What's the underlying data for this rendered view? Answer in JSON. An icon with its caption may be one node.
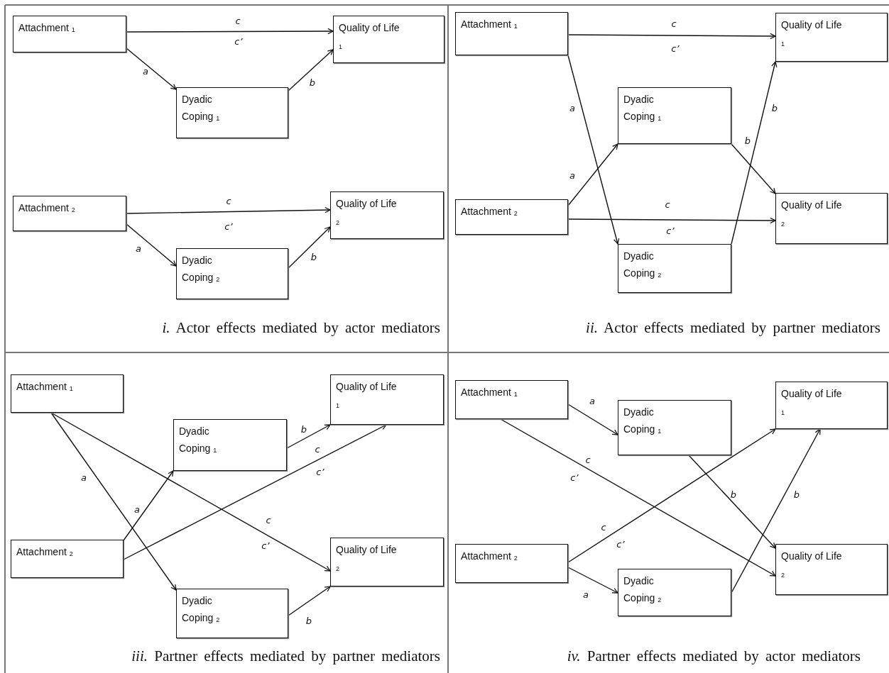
{
  "diagram": {
    "nodes": [
      {
        "text": [
          "Attachment $_{1}$"
        ]
      },
      {
        "text": [
          "Quality of Life $_{1}$"
        ]
      },
      {
        "text": [
          "Dyadic Coping $_{1}$"
        ]
      },
      {
        "text": [
          "Attachment $_{2}$"
        ]
      },
      {
        "text": [
          "Quality of Life $_{2}$"
        ]
      },
      {
        "text": [
          "Dyadic Coping $_{2}$"
        ]
      },
      {
        "text": [
          "Attachment $_{1}$"
        ]
      },
      {
        "text": [
          "Quality of Life $_{1}$"
        ]
      },
      {
        "text": [
          "Dyadic Coping $_{1}$"
        ]
      },
      {
        "text": [
          "Attachment $_{2}$"
        ]
      },
      {
        "text": [
          "Quality of Life $_{2}$"
        ]
      },
      {
        "text": [
          "Dyadic Coping $_{2}$"
        ]
      },
      {
        "text": [
          "Attachment $_{1}$"
        ]
      },
      {
        "text": [
          "Quality of Life $_{1}$"
        ]
      },
      {
        "text": [
          "Dyadic Coping $_{1}$"
        ]
      },
      {
        "text": [
          "Attachment $_{2}$"
        ]
      },
      {
        "text": [
          "Quality of Life $_{2}$"
        ]
      },
      {
        "text": [
          "Dyadic Coping $_{2}$"
        ]
      },
      {
        "text": [
          "Attachment $_{1}$"
        ]
      },
      {
        "text": [
          "Dyadic Coping $_{1}$"
        ]
      },
      {
        "text": [
          "Quality of Life $_{1}$"
        ]
      },
      {
        "text": [
          "Attachment $_{2}$"
        ]
      },
      {
        "text": [
          "Dyadic Coping $_{2}$"
        ]
      },
      {
        "text": [
          "Quality of Life $_{2}$"
        ]
      }
    ],
    "edges": [
      {
        "from": 0,
        "to": 1,
        "arrow": "to",
        "label": "c"
      },
      {
        "from": 0,
        "to": 2,
        "arrow": "to",
        "label": "a"
      },
      {
        "from": 2,
        "to": 1,
        "arrow": "to",
        "label": "b"
      },
      {
        "from": 3,
        "to": 4,
        "arrow": "to",
        "label": "c"
      },
      {
        "from": 3,
        "to": 5,
        "arrow": "to",
        "label": "a"
      },
      {
        "from": 5,
        "to": 4,
        "arrow": "to",
        "label": "b"
      },
      {
        "from": 6,
        "to": 7,
        "arrow": "to",
        "label": "c"
      },
      {
        "from": 6,
        "to": 11,
        "arrow": "to",
        "label": "a"
      },
      {
        "from": 9,
        "to": 8,
        "arrow": "to",
        "label": "a"
      },
      {
        "from": 9,
        "to": 10,
        "arrow": "to",
        "label": "c"
      },
      {
        "from": 8,
        "to": 10,
        "arrow": "to",
        "label": "b"
      },
      {
        "from": 11,
        "to": 7,
        "arrow": "to",
        "label": "b"
      },
      {
        "from": 12,
        "to": 17,
        "arrow": "to",
        "label": "a"
      },
      {
        "from": 12,
        "to": 16,
        "arrow": "to",
        "label": "c"
      },
      {
        "from": 15,
        "to": 14,
        "arrow": "to",
        "label": "a"
      },
      {
        "from": 15,
        "to": 13,
        "arrow": "to",
        "label": "c"
      },
      {
        "from": 14,
        "to": 13,
        "arrow": "to",
        "label": "b"
      },
      {
        "from": 17,
        "to": 16,
        "arrow": "to",
        "label": "b"
      },
      {
        "from": 18,
        "to": 19,
        "arrow": "to",
        "label": "a"
      },
      {
        "from": 18,
        "to": 23,
        "arrow": "to",
        "label": "c"
      },
      {
        "from": 21,
        "to": 20,
        "arrow": "to",
        "label": "c"
      },
      {
        "from": 21,
        "to": 22,
        "arrow": "to",
        "label": "a"
      },
      {
        "from": 19,
        "to": 23,
        "arrow": "to",
        "label": "b"
      },
      {
        "from": 22,
        "to": 20,
        "arrow": "to",
        "label": "b"
      }
    ],
    "labels": [
      "c’",
      "c’",
      "*i.* Actor effects mediated by actor mediators",
      "c’",
      "c’",
      "*ii.* Actor effects mediated by partner mediators",
      "c’",
      "c’",
      "*iii.* Partner effects mediated by partner mediators",
      "c’",
      "c’",
      "*iv.* Partner effects mediated by actor mediators"
    ]
  }
}
